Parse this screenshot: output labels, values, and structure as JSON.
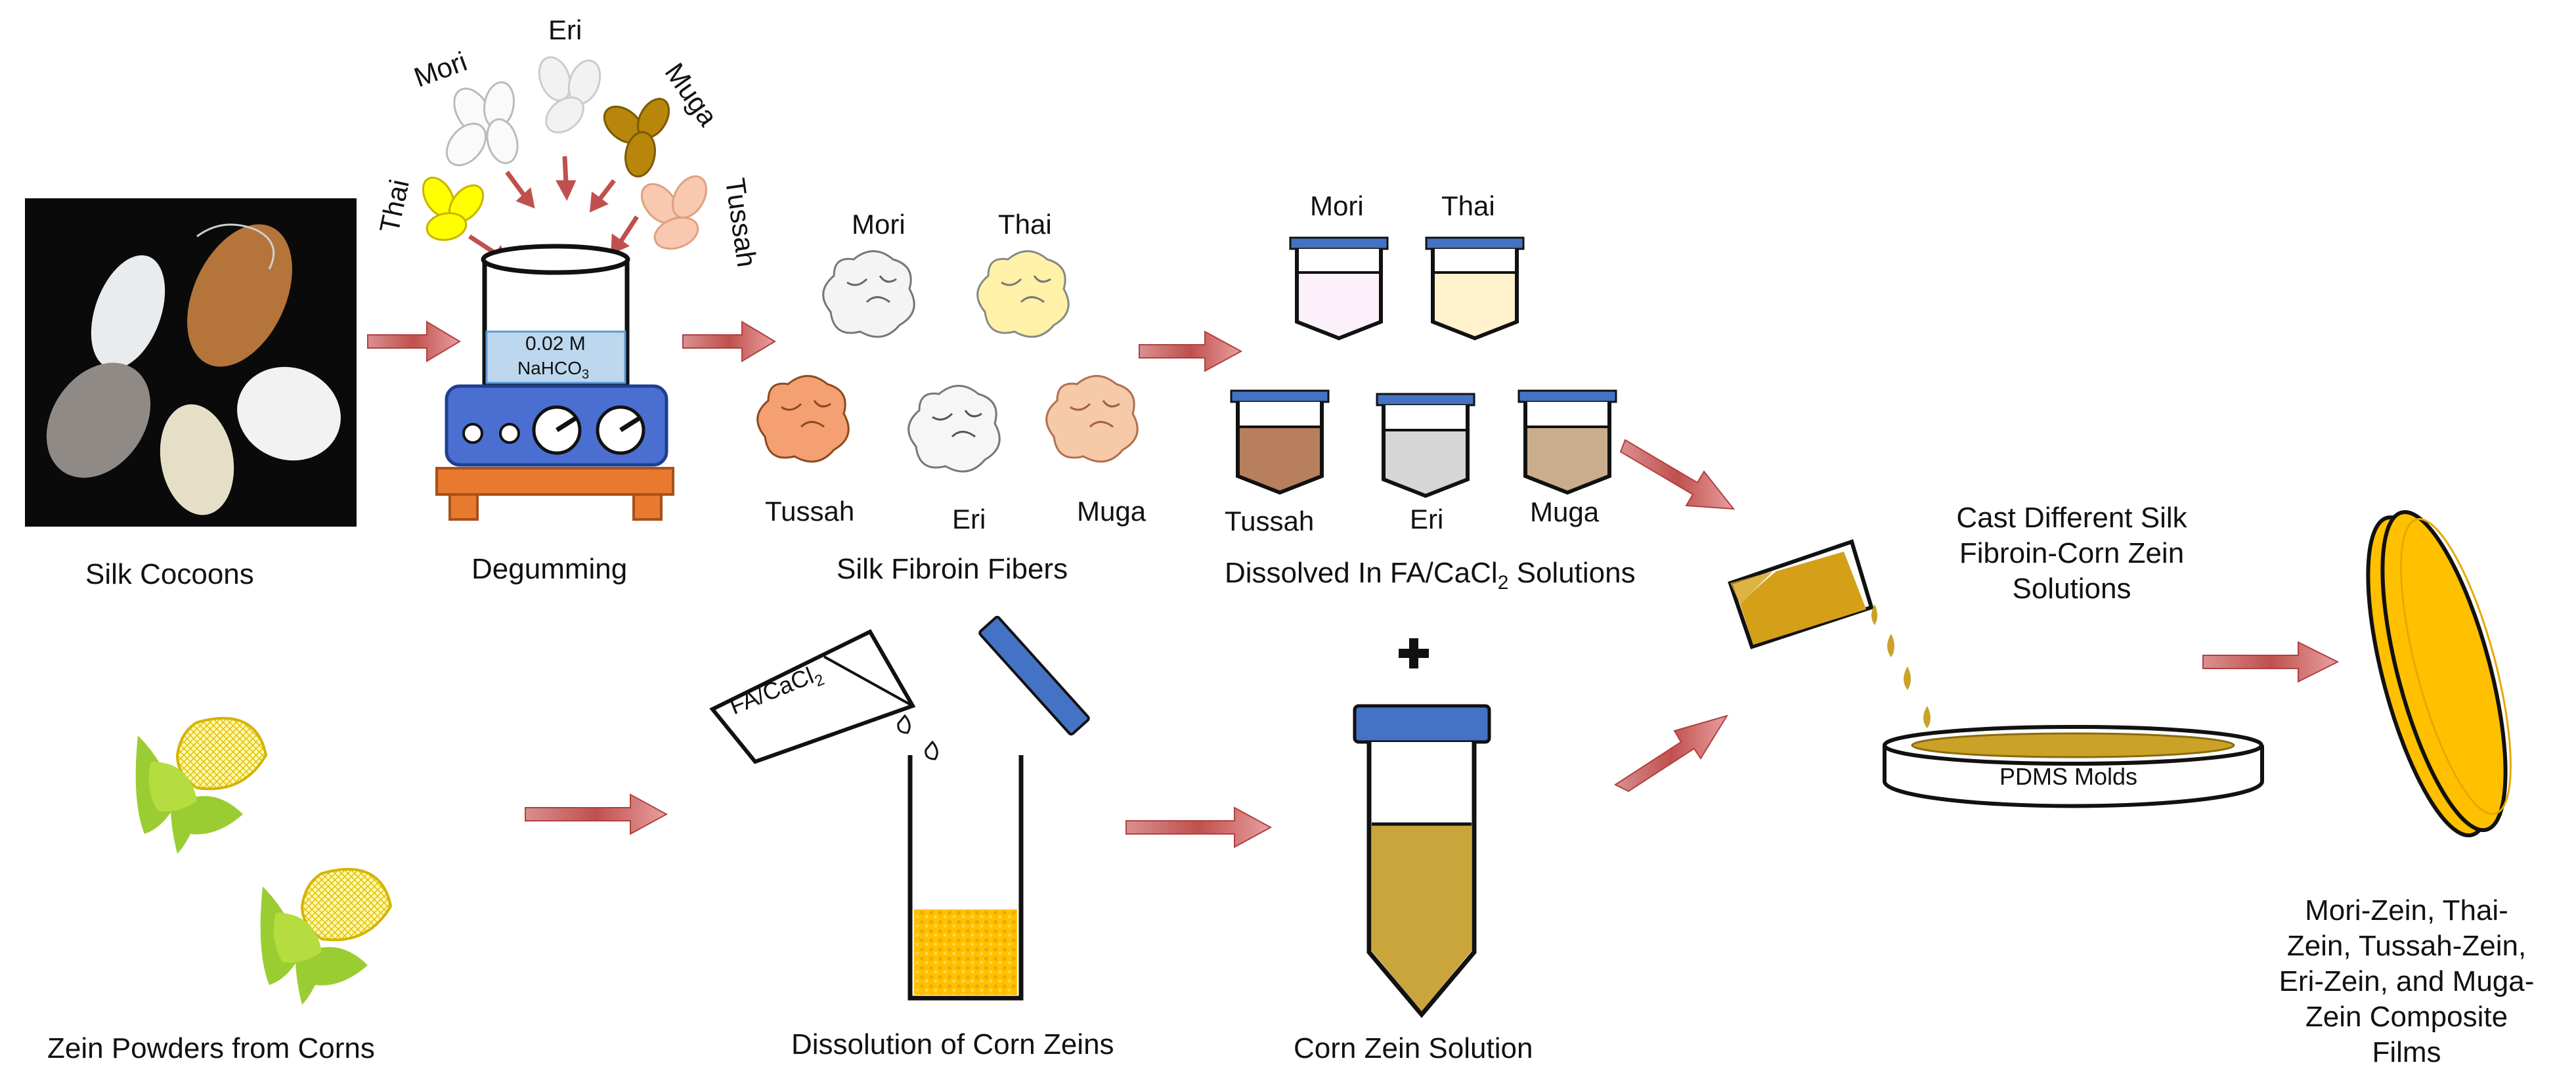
{
  "labels": {
    "silk_cocoons": "Silk Cocoons",
    "degumming": "Degumming",
    "silk_fibroin_fibers": "Silk Fibroin Fibers",
    "dissolved_prefix": "Dissolved In FA/CaCl",
    "dissolved_sub": "2",
    "dissolved_suffix": " Solutions",
    "cast_line1": "Cast Different Silk",
    "cast_line2": "Fibroin-Corn Zein",
    "cast_line3": "Solutions",
    "zein_powders": "Zein Powders from Corns",
    "dissolution": "Dissolution of Corn Zeins",
    "corn_zein_solution": "Corn Zein Solution",
    "pdms_molds": "PDMS Molds",
    "beaker_line1": "0.02 M",
    "beaker_line2": "NaHCO",
    "beaker_sub": "3",
    "fa_bottle": "FA/CaCl",
    "fa_sub": "2",
    "final_line1": "Mori-Zein, Thai-",
    "final_line2": "Zein, Tussah-Zein,",
    "final_line3": "Eri-Zein, and Muga-",
    "final_line4": "Zein Composite",
    "final_line5": "Films",
    "plus": "+"
  },
  "silk_types": {
    "mori": "Mori",
    "thai": "Thai",
    "eri": "Eri",
    "muga": "Muga",
    "tussah": "Tussah"
  },
  "colors": {
    "arrow": "#c0504d",
    "cap_blue": "#4472c4",
    "stirrer_blue": "#4a6fd1",
    "stand_orange": "#e87a30",
    "zein_gold": "#c9a227",
    "corn_yellow": "#ffc000",
    "leaf_green": "#9acd32",
    "tussah": "#f4a072",
    "muga_fiber": "#f6c9a8",
    "thai": "#fff2a8",
    "muga_seed": "#b8860b",
    "film_yellow": "#ffc000"
  }
}
